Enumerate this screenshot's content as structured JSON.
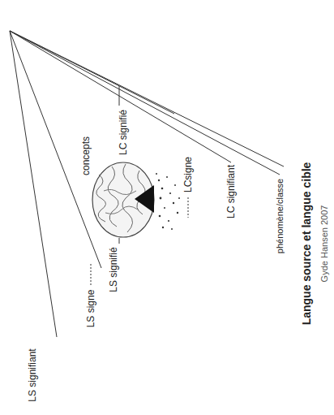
{
  "diagram": {
    "title": "Langue source et langue cible",
    "caption": "Gyde Hansen 2007",
    "labels": [
      "concepts",
      "LC signifié",
      "LS signifié",
      "LS signe",
      "LCsigne",
      "LC signifiant",
      "phénomène/classe",
      "LS signifiant"
    ]
  }
}
